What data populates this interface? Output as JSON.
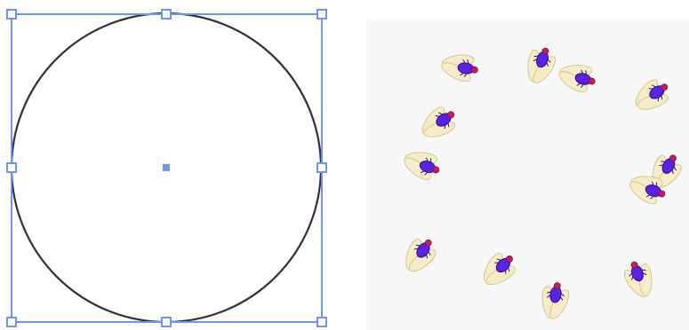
{
  "colors": {
    "selection": "#6f95ea",
    "circle_stroke": "#2f3138",
    "panel_bg": "#f7f7f7",
    "wing_fill": "#f5ecc9",
    "wing_stroke": "#d8c58a",
    "body_fill": "#5b22e0",
    "head_fill": "#c21f63"
  },
  "icons": {
    "handles": "resize-handle-icon",
    "center": "center-point-icon",
    "fly": "fly-icon"
  },
  "left_canvas": {
    "shape": "ellipse",
    "selected": true,
    "handle_count": 8
  },
  "right_canvas": {
    "fly_count": 12
  }
}
